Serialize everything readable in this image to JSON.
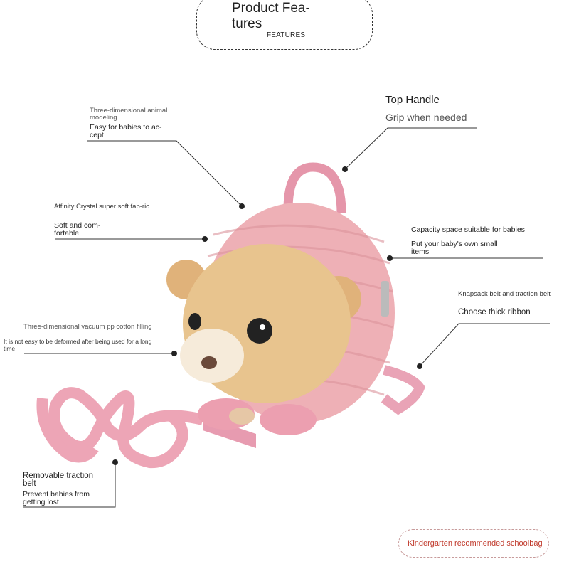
{
  "header": {
    "title_line1": "Product Fea-",
    "title_line2": "tures",
    "subtitle": "FEATURES"
  },
  "callouts": {
    "animal_modeling": {
      "label": "Three-dimensional animal modeling",
      "desc": "Easy for babies to ac-cept"
    },
    "top_handle": {
      "label": "Top Handle",
      "desc": "Grip when needed"
    },
    "fabric": {
      "label": "Affinity Crystal super soft fab-ric",
      "desc": "Soft and com-fortable"
    },
    "capacity": {
      "label": "Capacity space suitable for babies",
      "desc": "Put your baby's own small items"
    },
    "knapsack_belt": {
      "label": "Knapsack belt and traction belt",
      "desc": "Choose thick ribbon"
    },
    "filling": {
      "label": "Three-dimensional vacuum pp cotton filling",
      "desc": "It is not easy to be deformed after being used for a long time"
    },
    "traction_belt": {
      "label": "Removable traction belt",
      "desc": "Prevent babies from getting lost"
    }
  },
  "footer": {
    "tag": "Kindergarten recommended schoolbag"
  },
  "colors": {
    "bag_pink": "#e9a8b0",
    "bear_tan": "#e8c48e",
    "strap_pink": "#eda5b6"
  }
}
